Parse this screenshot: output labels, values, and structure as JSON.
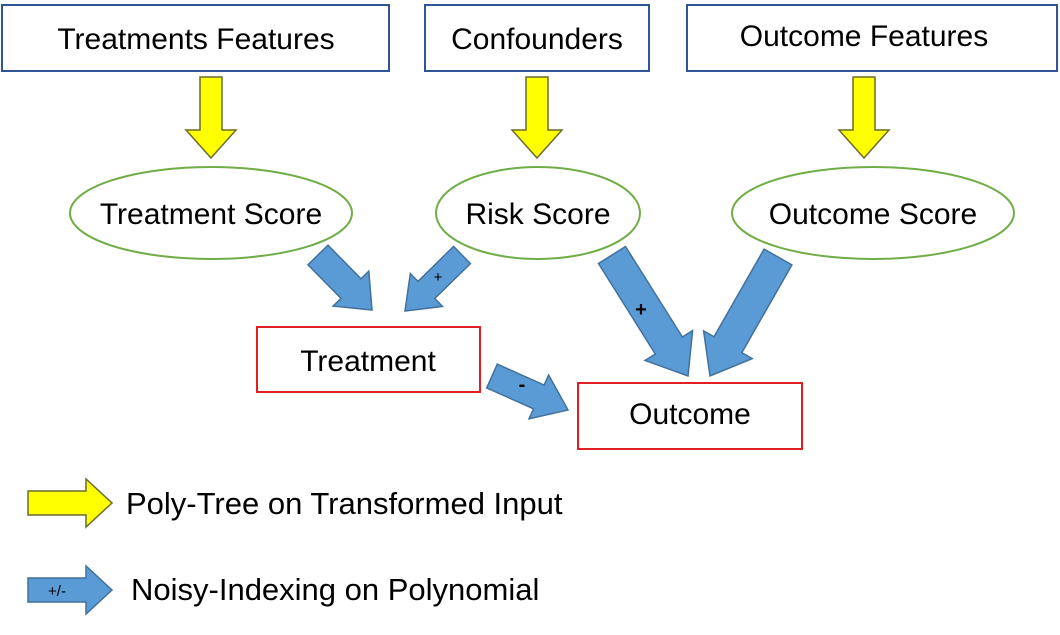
{
  "colors": {
    "feature_box_border": "#2f5597",
    "score_ellipse_border": "#70ad47",
    "result_box_border": "#e02020",
    "yellow_arrow_fill": "#ffff00",
    "yellow_arrow_stroke": "#6b6b2a",
    "blue_arrow_fill": "#5b9bd5",
    "blue_arrow_stroke": "#41719c"
  },
  "inputs": {
    "treatment_features": "Treatments Features",
    "confounders": "Confounders",
    "outcome_features": "Outcome Features"
  },
  "scores": {
    "treatment_score": "Treatment Score",
    "risk_score": "Risk Score",
    "outcome_score": "Outcome Score"
  },
  "results": {
    "treatment": "Treatment",
    "outcome": "Outcome"
  },
  "signs": {
    "risk_to_treatment": "+",
    "risk_to_outcome": "+",
    "treatment_to_outcome": "-"
  },
  "legend": {
    "yellow_arrow_label": "Poly-Tree on Transformed Input",
    "blue_arrow_tag": "+/-",
    "blue_arrow_label": "Noisy-Indexing on Polynomial"
  }
}
